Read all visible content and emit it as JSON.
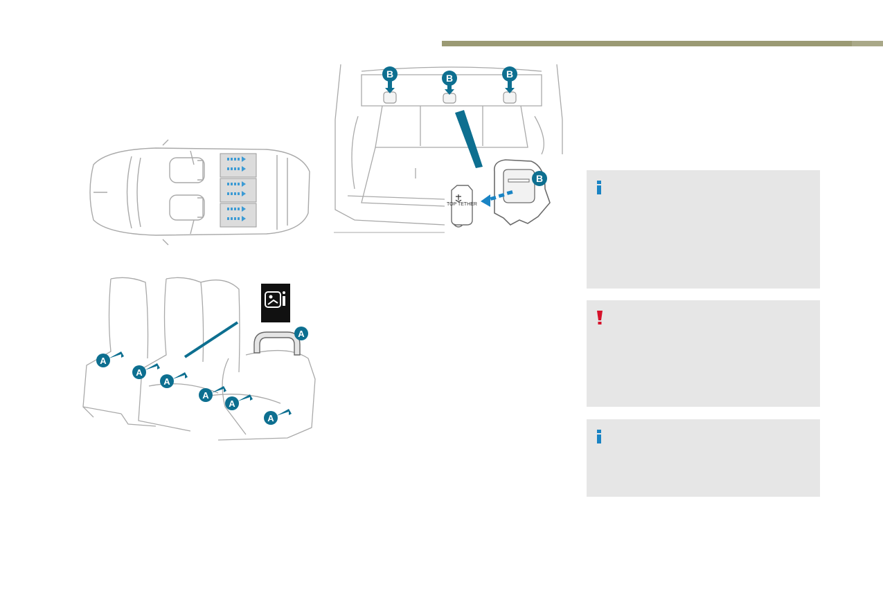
{
  "colors": {
    "header_bar": "#9b9a74",
    "header_bar_end": "#a9a888",
    "callout_bg": "#e6e6e6",
    "info_icon": "#1a84c4",
    "warning_icon": "#d6122b",
    "marker": "#0d6f90",
    "line_art": "#a9a9a9",
    "seat_highlight": "#3d9bd4"
  },
  "figures": {
    "top_view": {
      "icon": "car-top-view-isofix-seats"
    },
    "trunk_view": {
      "marker_label": "B",
      "pictogram_label": "TOP TETHER",
      "icon": "anchor-icon"
    },
    "seats_view": {
      "marker_label": "A",
      "sign_icon": "isofix-child-seat-info-icon"
    }
  },
  "callouts": [
    {
      "type": "info",
      "icon": "info-icon"
    },
    {
      "type": "warning",
      "icon": "warning-icon"
    },
    {
      "type": "info",
      "icon": "info-icon"
    }
  ]
}
